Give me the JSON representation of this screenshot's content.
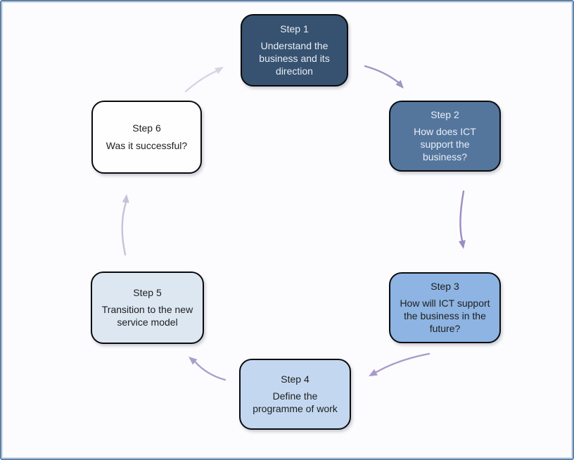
{
  "frame": {
    "border_color": "#5E82A8",
    "background": "#FCFCFE"
  },
  "diagram": {
    "type": "cycle",
    "description_hint": "six-step circular process flow"
  },
  "steps": [
    {
      "label": "Step 1",
      "description": "Understand the business and its direction",
      "fill": "#365270",
      "text_color": "#E9EEF5"
    },
    {
      "label": "Step 2",
      "description": "How does ICT support the business?",
      "fill": "#54769D",
      "text_color": "#E9EEF5"
    },
    {
      "label": "Step 3",
      "description": "How will ICT support the business in the future?",
      "fill": "#8DB4E2",
      "text_color": "#1E1E1E"
    },
    {
      "label": "Step 4",
      "description": "Define the programme of work",
      "fill": "#C3D8F0",
      "text_color": "#1E1E1E"
    },
    {
      "label": "Step 5",
      "description": "Transition to the new service model",
      "fill": "#DDE7F2",
      "text_color": "#1E1E1E"
    },
    {
      "label": "Step 6",
      "description": "Was it successful?",
      "fill": "#FEFEFE",
      "text_color": "#1E1E1E"
    }
  ],
  "arrows": [
    {
      "name": "step1-to-step2",
      "color": "#A195C5"
    },
    {
      "name": "step2-to-step3",
      "color": "#9C8DC1"
    },
    {
      "name": "step3-to-step4",
      "color": "#A89BC9"
    },
    {
      "name": "step4-to-step5",
      "color": "#AA9EC9"
    },
    {
      "name": "step5-to-step6",
      "color": "#C7C1DA"
    },
    {
      "name": "step6-to-step1",
      "color": "#D8D4E4"
    }
  ]
}
